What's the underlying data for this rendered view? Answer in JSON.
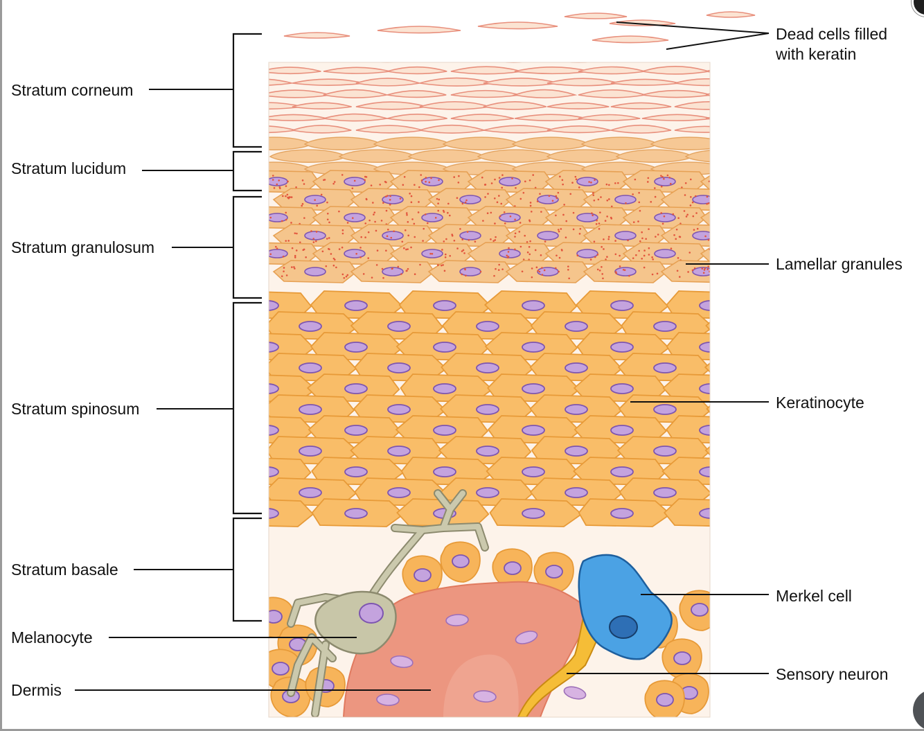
{
  "labels": {
    "stratum_corneum": "Stratum corneum",
    "stratum_lucidum": "Stratum lucidum",
    "stratum_granulosum": "Stratum granulosum",
    "stratum_spinosum": "Stratum spinosum",
    "stratum_basale": "Stratum basale",
    "melanocyte": "Melanocyte",
    "dermis": "Dermis",
    "dead_cells_line1": "Dead cells filled",
    "dead_cells_line2": "with keratin",
    "lamellar_granules": "Lamellar granules",
    "keratinocyte": "Keratinocyte",
    "merkel_cell": "Merkel cell",
    "sensory_neuron": "Sensory neuron"
  },
  "colors": {
    "corneum_fill": "#fbe3d2",
    "corneum_stroke": "#e88f7c",
    "lucidum_fill": "#f6c895",
    "granulosum_fill": "#f5c58c",
    "granule_dot": "#e2553d",
    "keratinocyte_fill": "#f9bd68",
    "keratinocyte_stroke": "#e79a38",
    "nucleus_fill": "#c4a3de",
    "nucleus_stroke": "#7d55b0",
    "dermis_fill": "#ec9680",
    "melanocyte_fill": "#c8c6a8",
    "merkel_fill": "#4ba2e4",
    "neuron_fill": "#f5bd37",
    "leader_line": "#111111"
  },
  "icons": {
    "corner_top": "close-icon"
  }
}
